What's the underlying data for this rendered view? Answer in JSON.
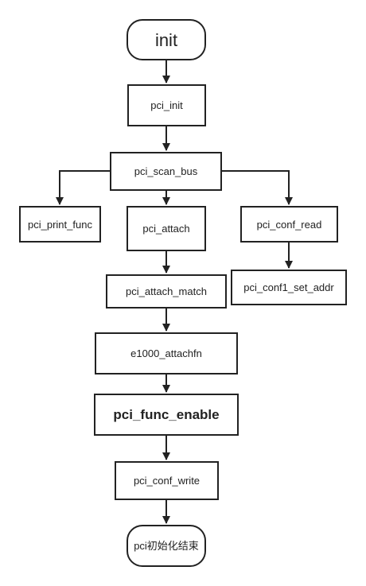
{
  "nodes": {
    "init": "init",
    "pci_init": "pci_init",
    "pci_scan_bus": "pci_scan_bus",
    "pci_print_func": "pci_print_func",
    "pci_attach": "pci_attach",
    "pci_conf_read": "pci_conf_read",
    "pci_attach_match": "pci_attach_match",
    "pci_conf1_set_addr": "pci_conf1_set_addr",
    "e1000_attachfn": "e1000_attachfn",
    "pci_func_enable": "pci_func_enable",
    "pci_conf_write": "pci_conf_write",
    "end": "pci初始化结束"
  },
  "colors": {
    "stroke": "#222222",
    "background": "#ffffff"
  }
}
